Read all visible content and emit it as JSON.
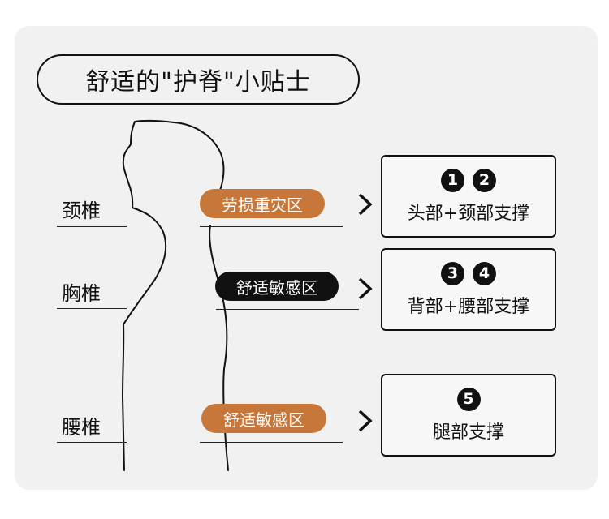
{
  "title": "舒适的\"护脊\"小贴士",
  "rows": [
    {
      "spine_label": "颈椎",
      "zone_label": "劳损重灾区",
      "zone_color": "#c7773a",
      "numbers": [
        "1",
        "2"
      ],
      "support_text": "头部+颈部支撑"
    },
    {
      "spine_label": "胸椎",
      "zone_label": "舒适敏感区",
      "zone_color": "#111111",
      "numbers": [
        "3",
        "4"
      ],
      "support_text": "背部+腰部支撑"
    },
    {
      "spine_label": "腰椎",
      "zone_label": "舒适敏感区",
      "zone_color": "#c7773a",
      "numbers": [
        "5"
      ],
      "support_text": "腿部支撑"
    }
  ],
  "icons": [
    "human-silhouette-icon",
    "chevron-right-icon"
  ]
}
